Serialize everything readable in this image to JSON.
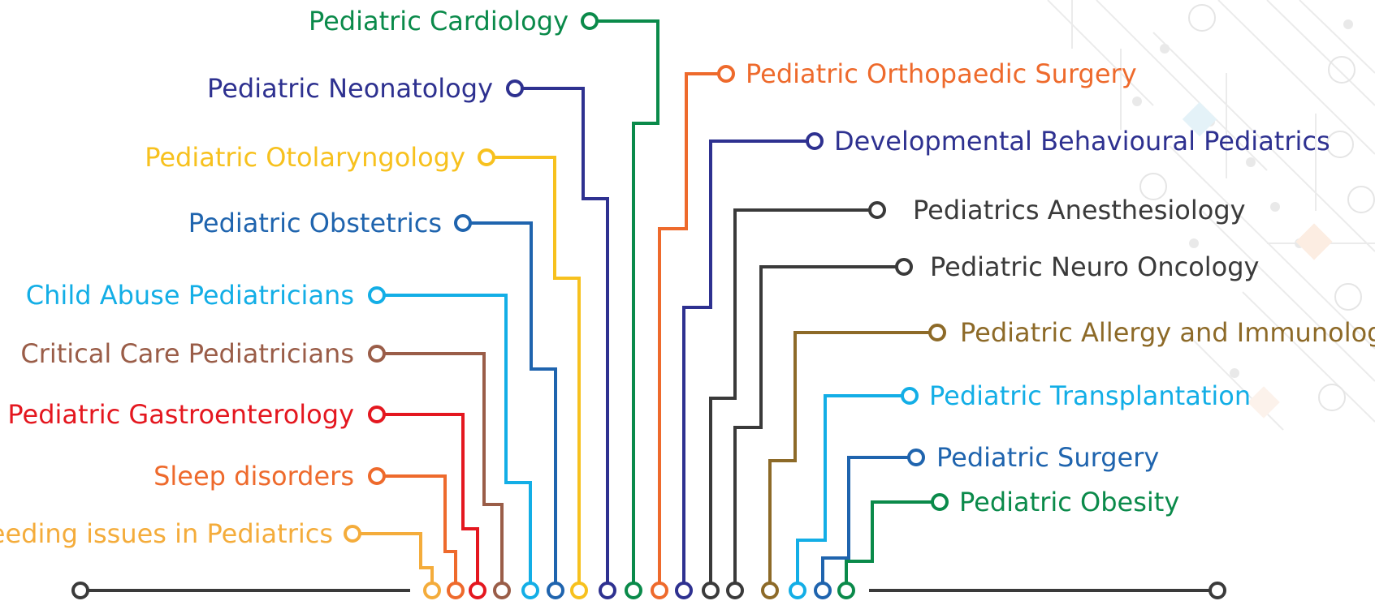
{
  "topics": [
    {
      "label": "Pediatric Cardiology",
      "side": "left",
      "color": "#0a8a4a"
    },
    {
      "label": "Pediatric Neonatology",
      "side": "left",
      "color": "#2e3190"
    },
    {
      "label": "Pediatric Otolaryngology",
      "side": "left",
      "color": "#f7c11e"
    },
    {
      "label": "Pediatric Obstetrics",
      "side": "left",
      "color": "#1f64ae"
    },
    {
      "label": "Child Abuse Pediatricians",
      "side": "left",
      "color": "#13aee6"
    },
    {
      "label": "Critical Care Pediatricians",
      "side": "left",
      "color": "#9a5d48"
    },
    {
      "label": "Pediatric Gastroenterology",
      "side": "left",
      "color": "#e4171f"
    },
    {
      "label": "Sleep disorders",
      "side": "left",
      "color": "#ee6a2c"
    },
    {
      "label": "Feeding issues in Pediatrics",
      "side": "left",
      "color": "#f4ac3b"
    },
    {
      "label": "Pediatric Orthopaedic Surgery",
      "side": "right",
      "color": "#ee6a2c"
    },
    {
      "label": "Developmental Behavioural Pediatrics",
      "side": "right",
      "color": "#2e3190"
    },
    {
      "label": "Pediatrics Anesthesiology",
      "side": "right",
      "color": "#3a3a3a"
    },
    {
      "label": "Pediatric Neuro Oncology",
      "side": "right",
      "color": "#3a3a3a"
    },
    {
      "label": "Pediatric Allergy and Immunology",
      "side": "right",
      "color": "#8d6a28"
    },
    {
      "label": "Pediatric Transplantation",
      "side": "right",
      "color": "#13aee6"
    },
    {
      "label": "Pediatric Surgery",
      "side": "right",
      "color": "#1f64ae"
    },
    {
      "label": "Pediatric Obesity",
      "side": "right",
      "color": "#0a8a4a"
    }
  ],
  "baseline_color": "#3a3a3a"
}
